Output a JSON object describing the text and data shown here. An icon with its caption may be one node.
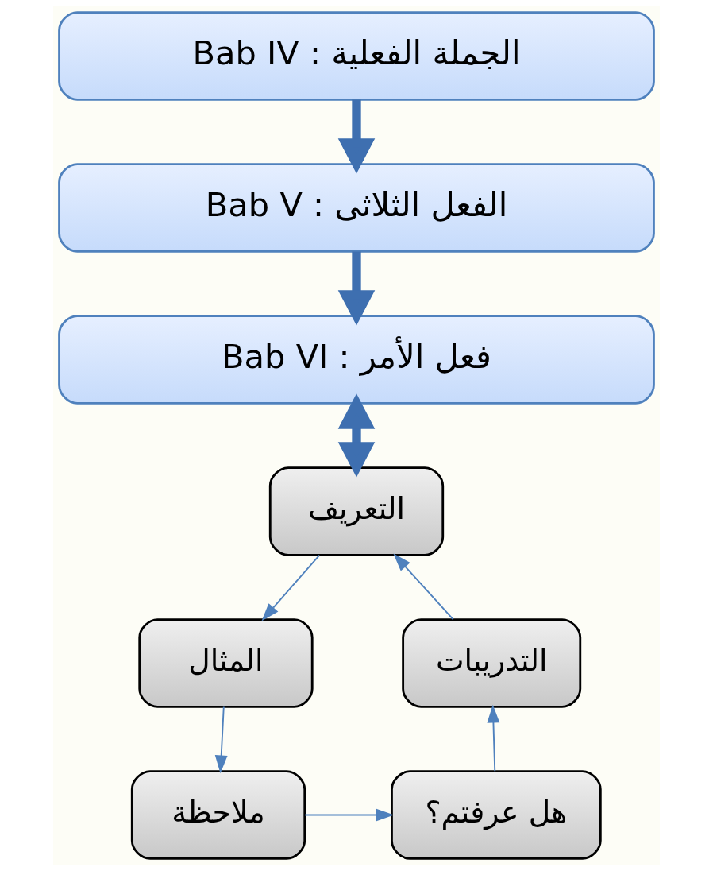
{
  "diagram": {
    "nodes": [
      {
        "text": [
          "Bab IV : الجملة الفعلية"
        ]
      },
      {
        "text": [
          "Bab V : الفعل الثلاثى"
        ]
      },
      {
        "text": [
          "Bab VI : فعل الأمر"
        ]
      },
      {
        "text": [
          "التعريف"
        ]
      },
      {
        "text": [
          "المثال"
        ]
      },
      {
        "text": [
          "ملاحظة"
        ]
      },
      {
        "text": [
          "هل عرفتم؟"
        ]
      },
      {
        "text": [
          "التدريبات"
        ]
      }
    ],
    "edges": [
      {
        "from": 0,
        "to": 1,
        "arrow": "to",
        "style": "thick"
      },
      {
        "from": 1,
        "to": 2,
        "arrow": "to",
        "style": "thick"
      },
      {
        "from": 2,
        "to": 3,
        "arrow": "both",
        "style": "thick"
      },
      {
        "from": 3,
        "to": 4,
        "arrow": "to"
      },
      {
        "from": 4,
        "to": 5,
        "arrow": "to"
      },
      {
        "from": 5,
        "to": 6,
        "arrow": "to"
      },
      {
        "from": 6,
        "to": 7,
        "arrow": "to"
      },
      {
        "from": 7,
        "to": 3,
        "arrow": "to"
      }
    ]
  }
}
